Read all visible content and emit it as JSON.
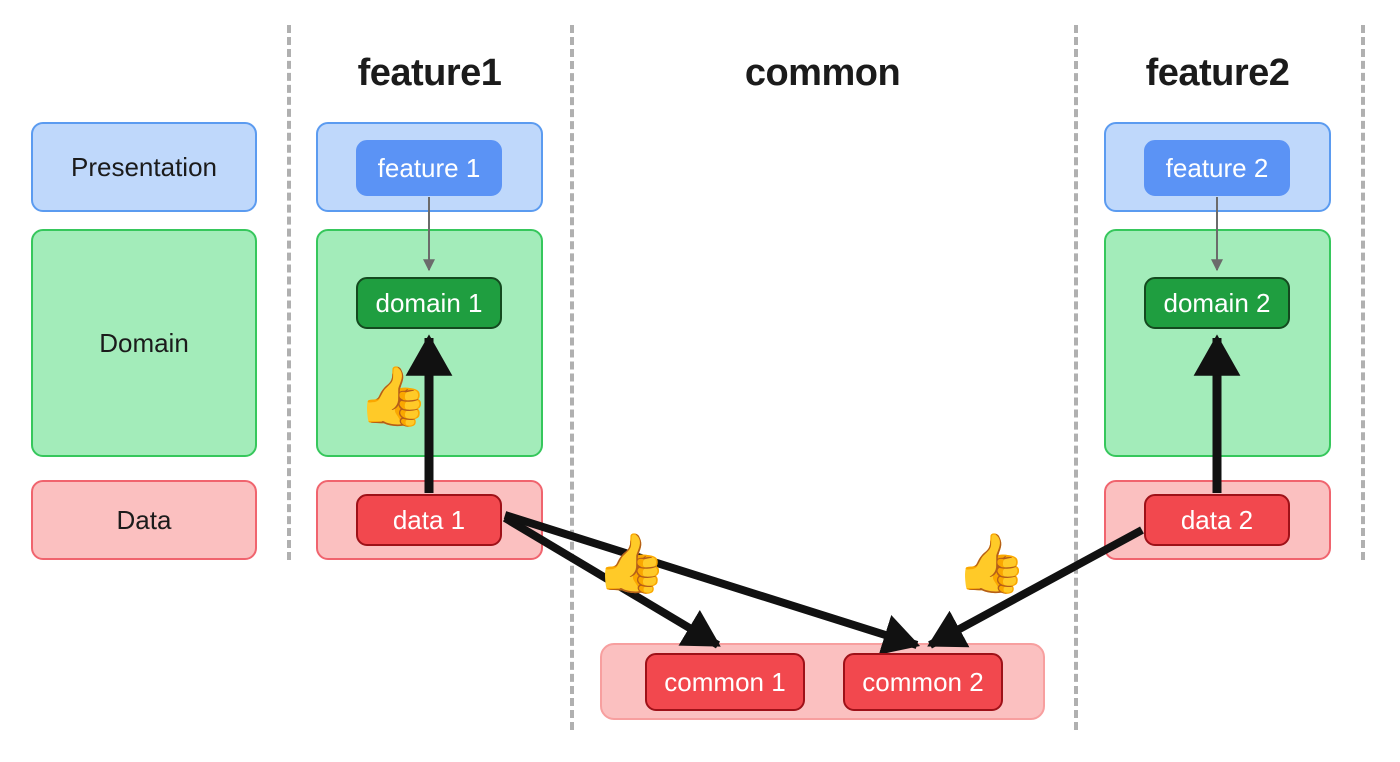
{
  "diagram": {
    "title_row": [
      {
        "id": "feature1",
        "label": "feature1"
      },
      {
        "id": "common",
        "label": "common"
      },
      {
        "id": "feature2",
        "label": "feature2"
      }
    ],
    "layer_legend": [
      {
        "id": "presentation",
        "label": "Presentation"
      },
      {
        "id": "domain",
        "label": "Domain"
      },
      {
        "id": "data",
        "label": "Data"
      }
    ],
    "nodes": {
      "feature1": "feature 1",
      "domain1": "domain 1",
      "data1": "data 1",
      "feature2": "feature 2",
      "domain2": "domain 2",
      "data2": "data 2",
      "common1": "common 1",
      "common2": "common 2"
    },
    "annotations": [
      {
        "id": "thumbs-up-feature1-domain",
        "glyph": "👍"
      },
      {
        "id": "thumbs-up-data1-common",
        "glyph": "👍"
      },
      {
        "id": "thumbs-up-data2-common",
        "glyph": "👍"
      }
    ],
    "edges": [
      {
        "id": "feature1-to-domain1",
        "from": "feature 1",
        "to": "domain 1",
        "style": "thin"
      },
      {
        "id": "data1-to-domain1",
        "from": "data 1",
        "to": "domain 1",
        "style": "thick"
      },
      {
        "id": "feature2-to-domain2",
        "from": "feature 2",
        "to": "domain 2",
        "style": "thin"
      },
      {
        "id": "data2-to-domain2",
        "from": "data 2",
        "to": "domain 2",
        "style": "thick"
      },
      {
        "id": "data1-to-common1",
        "from": "data 1",
        "to": "common 1",
        "style": "thick"
      },
      {
        "id": "data1-to-common2",
        "from": "data 1",
        "to": "common 2",
        "style": "thick"
      },
      {
        "id": "data2-to-common2",
        "from": "data 2",
        "to": "common 2",
        "style": "thick"
      }
    ],
    "colors": {
      "presentation_fill": "#bfd8fb",
      "presentation_stroke": "#5b9bf0",
      "domain_fill": "#a3ecba",
      "domain_stroke": "#36c75c",
      "data_fill": "#fbc0c0",
      "data_stroke": "#f0646e",
      "node_blue": "#5b93f5",
      "node_green": "#1f9e40",
      "node_red": "#f2484e",
      "separator": "#b0b0b0",
      "arrow_thick": "#111111",
      "arrow_thin": "#6b6b6b",
      "background": "#ffffff"
    }
  }
}
